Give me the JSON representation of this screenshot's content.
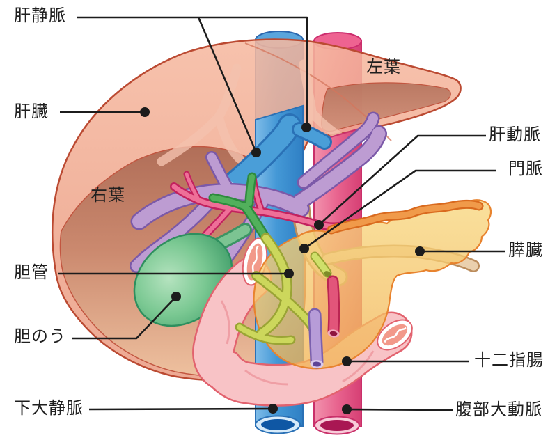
{
  "figure": {
    "kind": "anatomical-diagram"
  },
  "labels": {
    "hepatic_vein": "肝静脈",
    "liver": "肝臓",
    "left_lobe": "左葉",
    "right_lobe": "右葉",
    "hepatic_artery": "肝動脈",
    "portal_vein": "門脈",
    "pancreas": "膵臓",
    "bile_duct": "胆管",
    "gallbladder": "胆のう",
    "duodenum": "十二指腸",
    "inferior_vena_cava": "下大静脈",
    "abdominal_aorta": "腹部大動脈"
  },
  "colors": {
    "liver": "#eda58c",
    "liver_dark_surface": "#b4705a",
    "liver_outline": "#bb4a32",
    "inferior_vena_cava": "#4498d6",
    "abdominal_aorta": "#e8638e",
    "portal_vein_branches": "#bd9cd2",
    "hepatic_artery": "#ee6f98",
    "bile_duct_green": "#52b05c",
    "common_bile_duct": "#ccd75c",
    "gallbladder": "#7ac892",
    "pancreas": "#f5c566",
    "splenic_artery": "#f09a4a",
    "splenic_vein": "#ead0ae",
    "duodenum": "#f8c3c6",
    "label_text": "#1f1f1f",
    "leader_line": "#1c1c1c"
  }
}
